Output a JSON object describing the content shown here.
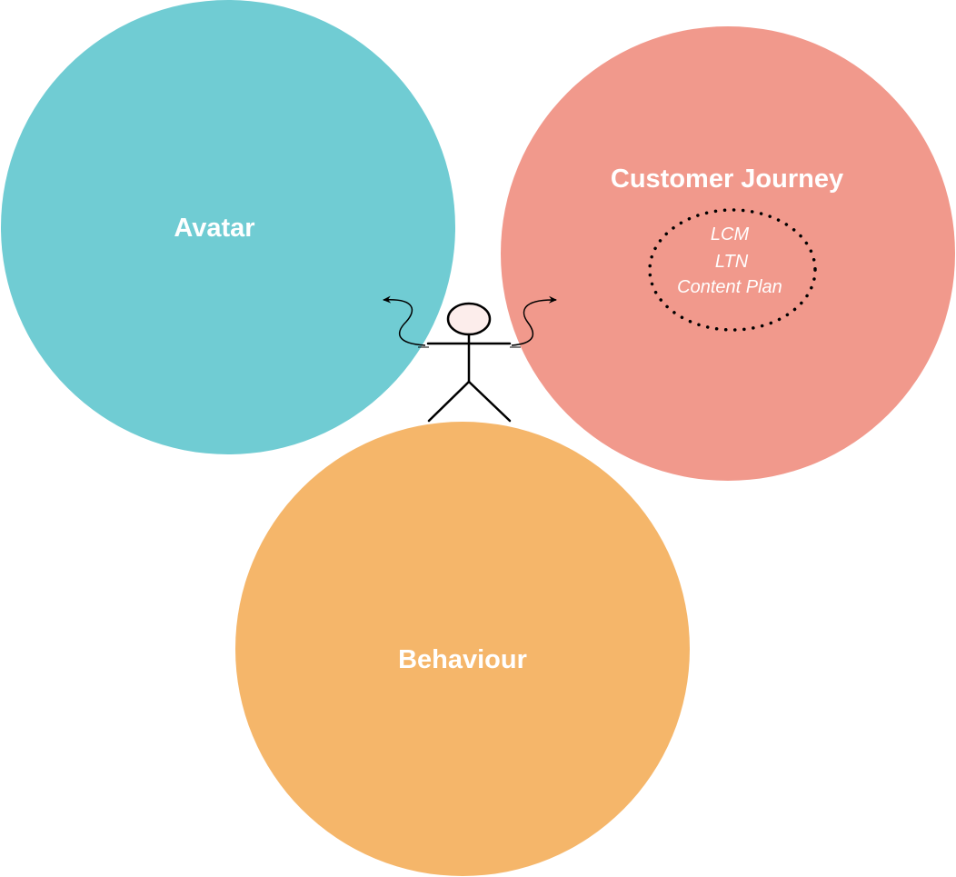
{
  "colors": {
    "avatar": "#70CCD3",
    "customer_journey": "#F1998C",
    "behaviour": "#F5B66A",
    "stick_figure_head": "#FCEDEB",
    "stroke": "#000000",
    "label": "#FFFFFF"
  },
  "circles": {
    "avatar": {
      "label": "Avatar"
    },
    "customer_journey": {
      "label": "Customer Journey",
      "items": [
        "LCM",
        "LTN",
        "Content Plan"
      ]
    },
    "behaviour": {
      "label": "Behaviour"
    }
  }
}
